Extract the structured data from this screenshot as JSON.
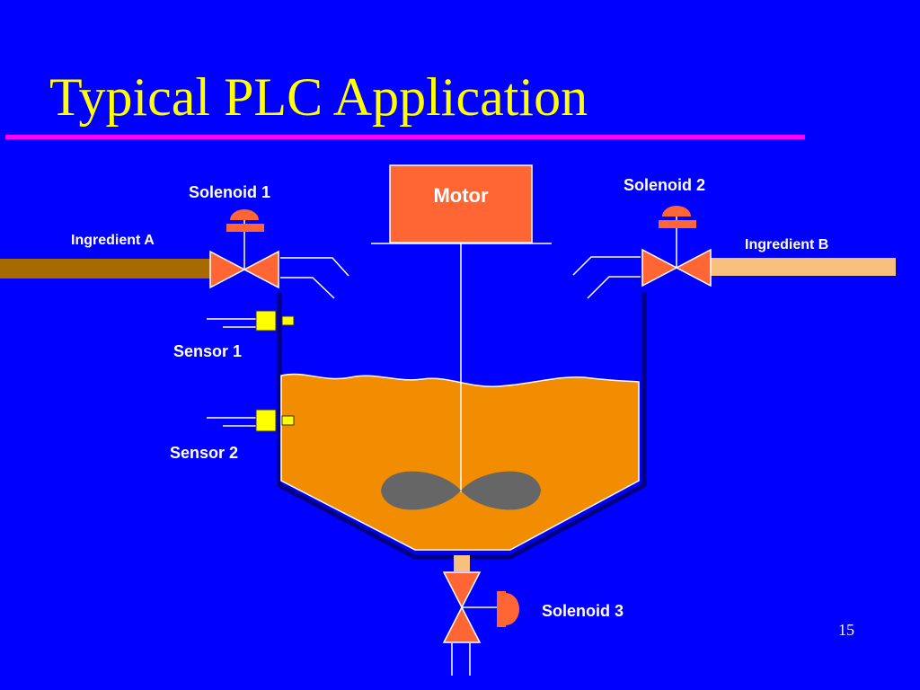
{
  "slide": {
    "title": "Typical PLC Application",
    "page_number": "15"
  },
  "diagram": {
    "motor": "Motor",
    "solenoid_1": "Solenoid 1",
    "solenoid_2": "Solenoid 2",
    "solenoid_3": "Solenoid 3",
    "ingredient_a": "Ingredient A",
    "ingredient_b": "Ingredient B",
    "sensor_1": "Sensor 1",
    "sensor_2": "Sensor 2"
  },
  "colors": {
    "background": "#0000ff",
    "title": "#ffff00",
    "title_rule": "#ff00ff",
    "motor": "#ff6633",
    "valve": "#ff6633",
    "tank_fluid": "#f28c00",
    "ingredient_a_pipe": "#a66a00",
    "ingredient_b_pipe": "#f7c07c",
    "sensor": "#ffff00",
    "agitator": "#666666"
  }
}
